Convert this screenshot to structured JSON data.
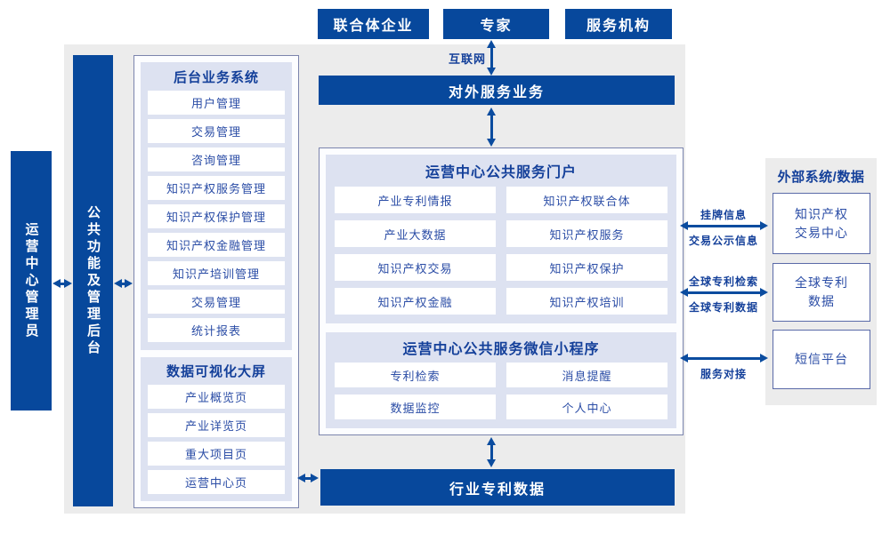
{
  "colors": {
    "primary_blue": "#07489c",
    "arrow_blue": "#0b4c9f",
    "panel_gray": "#ececec",
    "lavender": "#dde2f1",
    "container_border": "#7b84ad",
    "navy_text": "#14409a"
  },
  "top_boxes": {
    "box1": "联合体企业",
    "box2": "专家",
    "box3": "服务机构"
  },
  "internet_label": "互联网",
  "external_service_bar": "对外服务业务",
  "left_bars": {
    "admin": "运营中心管理员",
    "public_mgmt": "公共功能及管理后台"
  },
  "backend_panel": {
    "title": "后台业务系统",
    "items": [
      "用户管理",
      "交易管理",
      "咨询管理",
      "知识产权服务管理",
      "知识产权保护管理",
      "知识产权金融管理",
      "知识产培训管理",
      "交易管理",
      "统计报表"
    ]
  },
  "dashboard_panel": {
    "title": "数据可视化大屏",
    "items": [
      "产业概览页",
      "产业详览页",
      "重大项目页",
      "运营中心页"
    ]
  },
  "portal_panel": {
    "title": "运营中心公共服务门户",
    "items": [
      "产业专利情报",
      "知识产权联合体",
      "产业大数据",
      "知识产权服务",
      "知识产权交易",
      "知识产权保护",
      "知识产权金融",
      "知识产权培训"
    ]
  },
  "miniprogram_panel": {
    "title": "运营中心公共服务微信小程序",
    "items": [
      "专利检索",
      "消息提醒",
      "数据监控",
      "个人中心"
    ]
  },
  "industry_data_bar": "行业专利数据",
  "external_panel": {
    "title": "外部系统/数据",
    "boxes": [
      "知识产权\n交易中心",
      "全球专利\n数据",
      "短信平台"
    ]
  },
  "links": [
    {
      "above": "挂牌信息",
      "below": "交易公示信息"
    },
    {
      "above": "全球专利检索",
      "below": "全球专利数据"
    },
    {
      "above": "",
      "below": "服务对接"
    }
  ]
}
